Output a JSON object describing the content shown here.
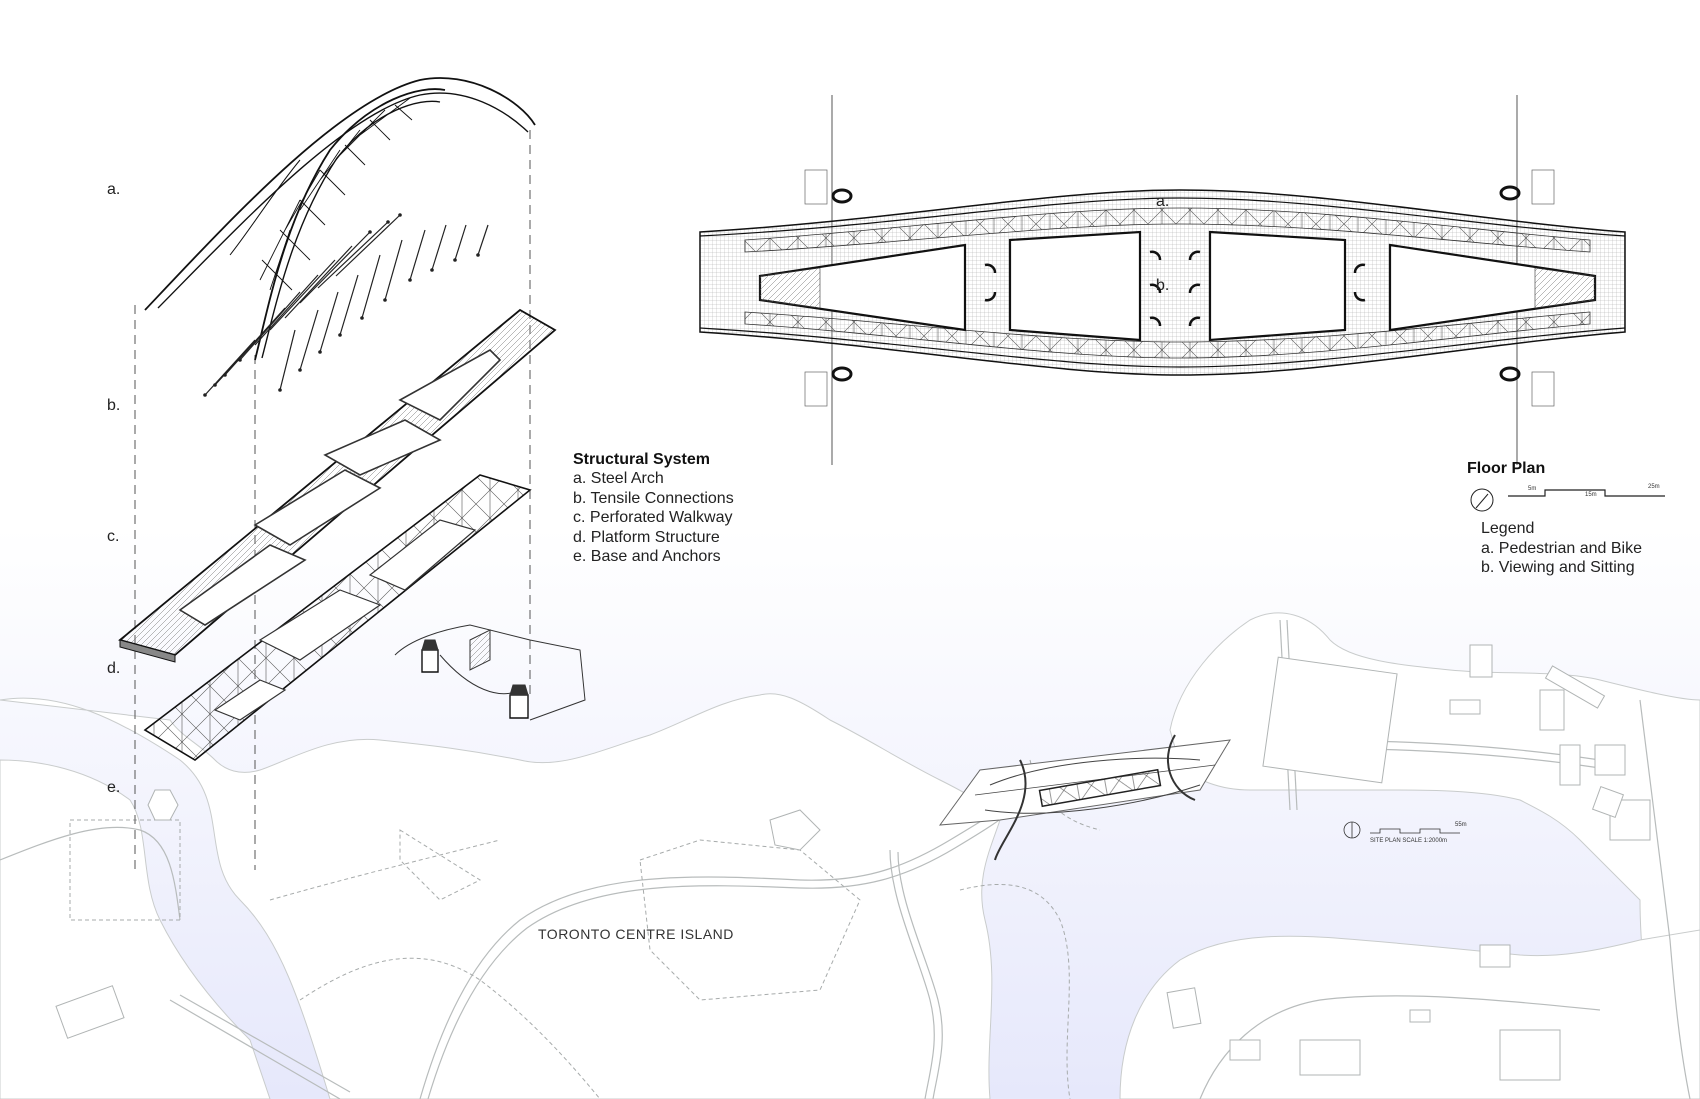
{
  "axonometric": {
    "labels": [
      "a.",
      "b.",
      "c.",
      "d.",
      "e."
    ]
  },
  "structural_system": {
    "title": "Structural System",
    "items": [
      "a. Steel Arch",
      "b. Tensile Connections",
      "c. Perforated Walkway",
      "d. Platform Structure",
      "e. Base and Anchors"
    ]
  },
  "floor_plan": {
    "title": "Floor Plan",
    "marker_a": "a.",
    "marker_b": "b.",
    "scale_labels": [
      "5m",
      "15m",
      "25m"
    ],
    "legend_title": "Legend",
    "legend_items": [
      "a. Pedestrian and Bike",
      "b. Viewing and Sitting"
    ]
  },
  "site_plan": {
    "island_label": "TORONTO CENTRE ISLAND",
    "scale_text": "SITE PLAN   SCALE 1:2000m",
    "scale_value": "55m"
  },
  "colors": {
    "water": "#e6e8fb",
    "ink": "#111111",
    "site_line": "#b8bcbc"
  }
}
